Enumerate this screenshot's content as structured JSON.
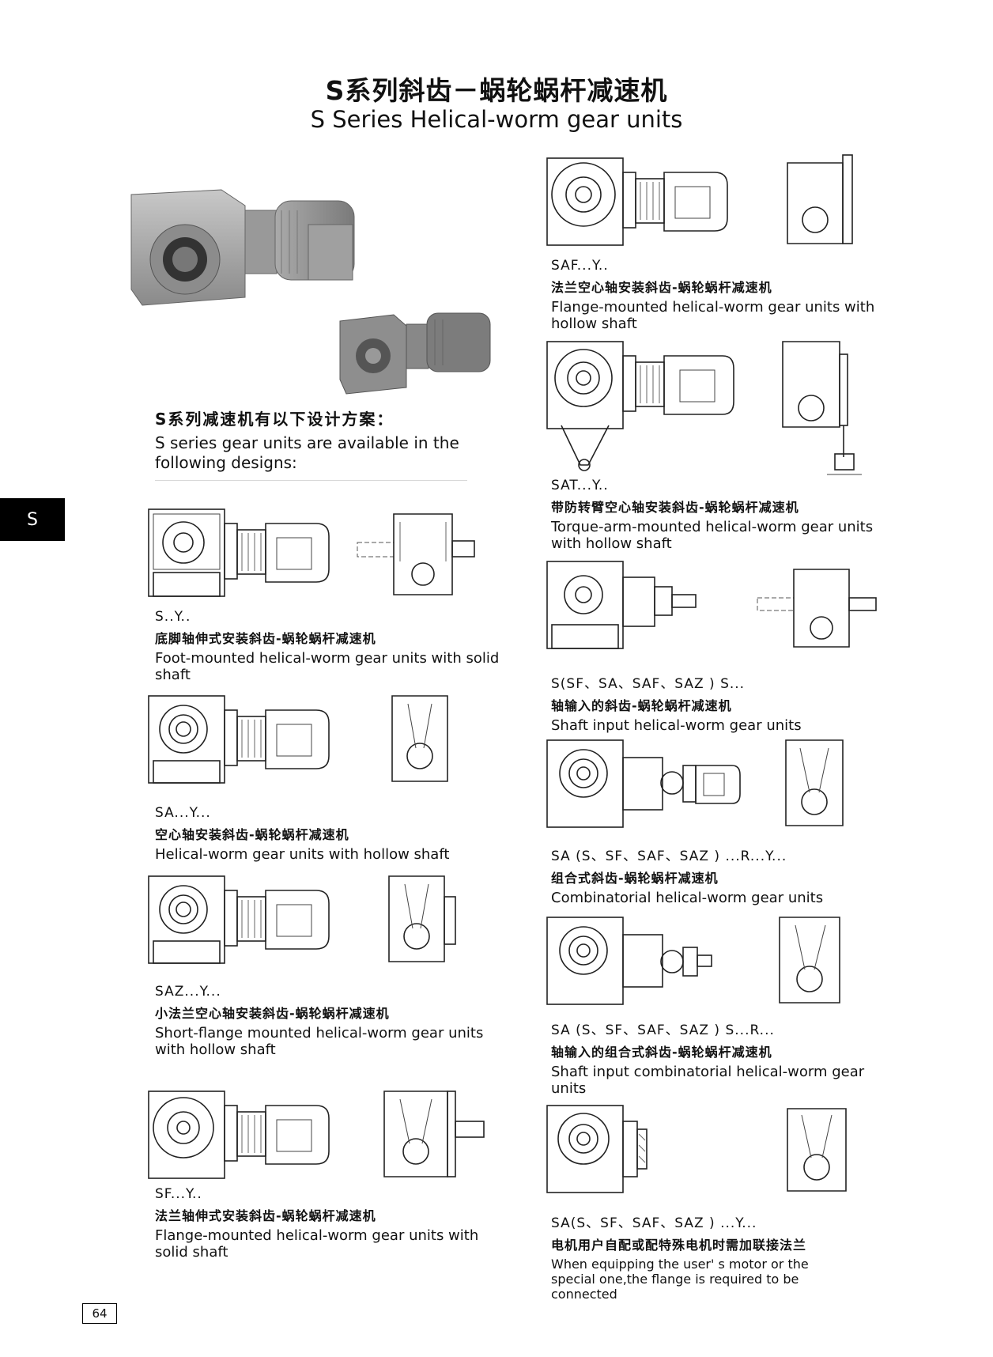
{
  "header": {
    "title_cn": "S系列斜齿－蜗轮蜗杆减速机",
    "title_en": "S Series Helical-worm gear units"
  },
  "side_tab": "S",
  "intro": {
    "cn": "S系列减速机有以下设计方案：",
    "en": "S series gear units are available in the following designs:"
  },
  "designs_left": [
    {
      "code": "S..Y..",
      "cn": "底脚轴伸式安装斜齿-蜗轮蜗杆减速机",
      "en": "Foot-mounted helical-worm gear units with solid shaft"
    },
    {
      "code": "SA...Y...",
      "cn": "空心轴安装斜齿-蜗轮蜗杆减速机",
      "en": "Helical-worm gear units with hollow shaft"
    },
    {
      "code": "SAZ...Y...",
      "cn": "小法兰空心轴安装斜齿-蜗轮蜗杆减速机",
      "en": "Short-flange mounted helical-worm gear units with hollow shaft"
    },
    {
      "code": "SF...Y..",
      "cn": "法兰轴伸式安装斜齿-蜗轮蜗杆减速机",
      "en": "Flange-mounted helical-worm gear units with solid shaft"
    }
  ],
  "designs_right": [
    {
      "code": "SAF...Y..",
      "cn": "法兰空心轴安装斜齿-蜗轮蜗杆减速机",
      "en": "Flange-mounted helical-worm gear units with hollow shaft"
    },
    {
      "code": "SAT...Y..",
      "cn": "带防转臂空心轴安装斜齿-蜗轮蜗杆减速机",
      "en": "Torque-arm-mounted helical-worm gear units with hollow shaft"
    },
    {
      "code": "S(SF、SA、SAF、SAZ ) S...",
      "cn": "轴输入的斜齿-蜗轮蜗杆减速机",
      "en": "Shaft input helical-worm gear units"
    },
    {
      "code": "SA (S、SF、SAF、SAZ ) ...R...Y...",
      "cn": "组合式斜齿-蜗轮蜗杆减速机",
      "en": "Combinatorial helical-worm gear units"
    },
    {
      "code": "SA (S、SF、SAF、SAZ ) S...R...",
      "cn": "轴输入的组合式斜齿-蜗轮蜗杆减速机",
      "en": "Shaft input combinatorial helical-worm gear units"
    },
    {
      "code": "SA(S、SF、SAF、SAZ ) ...Y...",
      "cn": "电机用户自配或配特殊电机时需加联接法兰",
      "en": "When equipping the user' s motor or the special one,the flange is required to be connected"
    }
  ],
  "page_number": "64",
  "icons": [
    "gear-motor-photo",
    "gear-unit-drawing"
  ],
  "colors": {
    "text": "#111111",
    "tab_bg": "#000000",
    "photo_gray": "#9a9a9a"
  }
}
